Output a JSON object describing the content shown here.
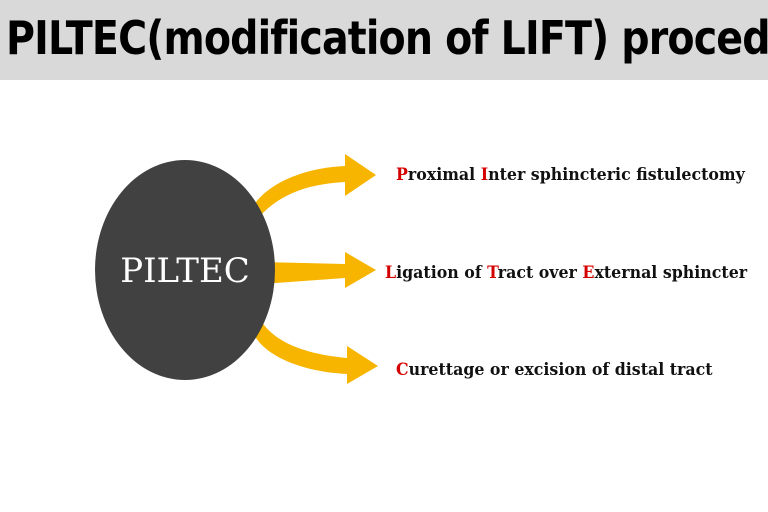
{
  "title": "PILTEC(modification of LIFT) procedure",
  "hub": {
    "label": "PILTEC"
  },
  "colors": {
    "title_bar": "#d9d9d9",
    "hub_fill": "#414141",
    "arrow": "#f7b500",
    "initial_letter": "#d40000",
    "text": "#111111"
  },
  "items": [
    {
      "parts": [
        {
          "text": "P",
          "initial": true
        },
        {
          "text": "roximal ",
          "initial": false
        },
        {
          "text": "I",
          "initial": true
        },
        {
          "text": "nter sphincteric fistulectomy",
          "initial": false
        }
      ]
    },
    {
      "parts": [
        {
          "text": "L",
          "initial": true
        },
        {
          "text": "igation of ",
          "initial": false
        },
        {
          "text": "T",
          "initial": true
        },
        {
          "text": "ract over ",
          "initial": false
        },
        {
          "text": "E",
          "initial": true
        },
        {
          "text": "xternal sphincter",
          "initial": false
        }
      ]
    },
    {
      "parts": [
        {
          "text": "C",
          "initial": true
        },
        {
          "text": "urettage or excision of distal tract",
          "initial": false
        }
      ]
    }
  ]
}
